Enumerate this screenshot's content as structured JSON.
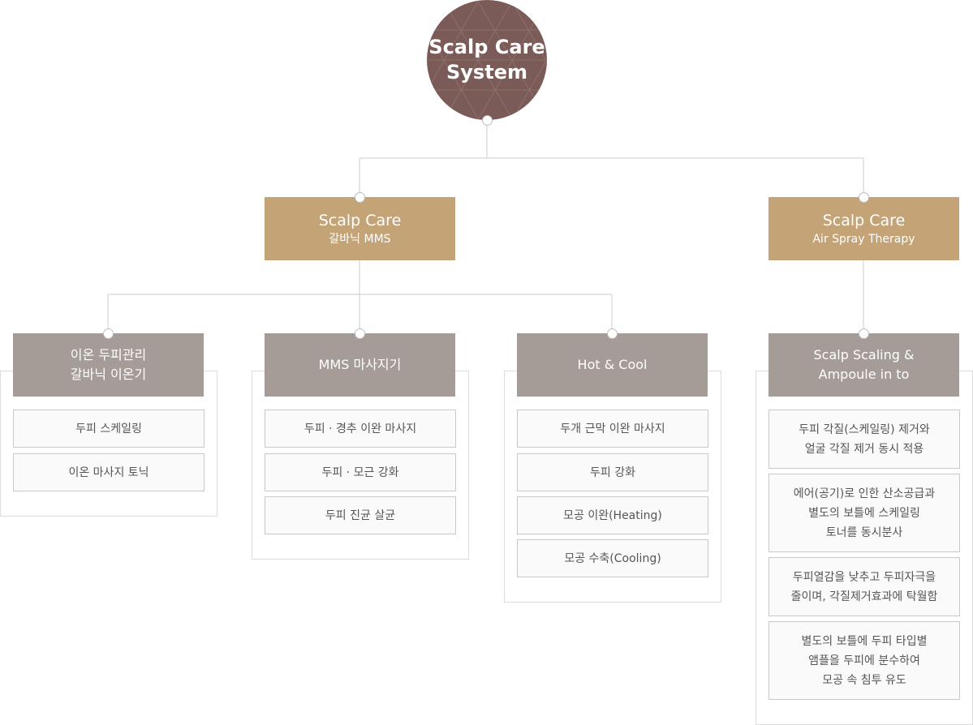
{
  "root": {
    "line1": "Scalp Care",
    "line2": "System"
  },
  "branches": [
    {
      "title": "Scalp Care",
      "subtitle": "갈바닉 MMS"
    },
    {
      "title": "Scalp Care",
      "subtitle": "Air Spray Therapy"
    }
  ],
  "columns": [
    {
      "header": [
        "이온 두피관리",
        "갈바닉 이온기"
      ],
      "items": [
        [
          "두피 스케일링"
        ],
        [
          "이온 마사지 토닉"
        ]
      ]
    },
    {
      "header": [
        "MMS 마사지기"
      ],
      "items": [
        [
          "두피 · 경추 이완 마사지"
        ],
        [
          "두피 · 모근 강화"
        ],
        [
          "두피 진균 살균"
        ]
      ]
    },
    {
      "header": [
        "Hot & Cool"
      ],
      "items": [
        [
          "두개 근막 이완 마사지"
        ],
        [
          "두피 강화"
        ],
        [
          "모공 이완(Heating)"
        ],
        [
          "모공 수축(Cooling)"
        ]
      ]
    },
    {
      "header": [
        "Scalp Scaling &",
        "Ampoule in to"
      ],
      "items": [
        [
          "두피 각질(스케일링) 제거와",
          "얼굴 각질 제거 동시 적용"
        ],
        [
          "에어(공기)로 인한 산소공급과",
          "별도의 보틀에 스케일링",
          "토너를 동시분사"
        ],
        [
          "두피열감을 낮추고 두피자극을",
          "줄이며, 각질제거효과에 탁월함"
        ],
        [
          "별도의 보틀에 두피 타입별",
          "앰플을 두피에 분수하여",
          "모공 속 침투 유도"
        ]
      ]
    }
  ],
  "colors": {
    "root": "#7b5b57",
    "branch": "#c4a477",
    "header": "#a59c98",
    "item_border": "#c9c9c9",
    "frame_border": "#dcdcdc",
    "connector": "#cccccc"
  }
}
